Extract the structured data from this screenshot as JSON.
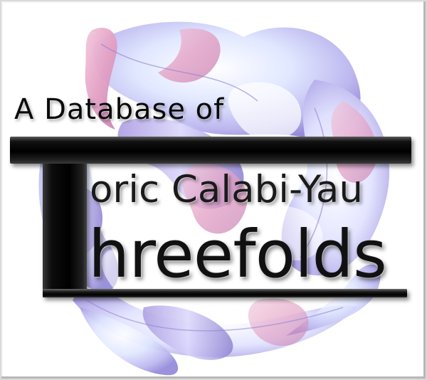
{
  "title": {
    "line1": "A Database of",
    "line2": "oric Calabi-Yau",
    "line3": "hreefolds"
  },
  "illustration": {
    "name": "calabi-yau-manifold-surface",
    "colors": {
      "lavender": "#c9c3f2",
      "pale_blue": "#dfe6ff",
      "pink": "#e8a9cc",
      "violet": "#9d87d8"
    }
  }
}
